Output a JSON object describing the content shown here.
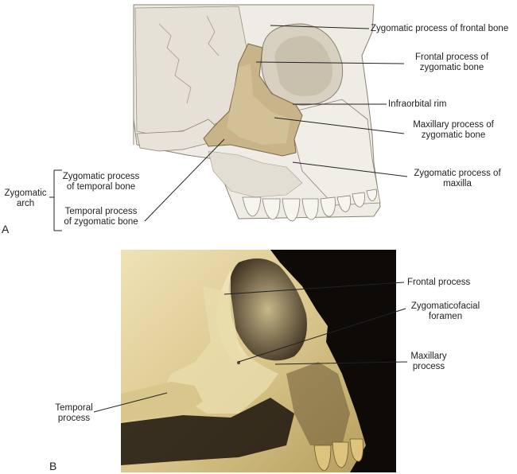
{
  "panel_a": {
    "letter": "A",
    "labels": {
      "zyg_frontal": "Zygomatic process of frontal bone",
      "frontal_proc_1": "Frontal process of",
      "frontal_proc_2": "zygomatic bone",
      "infraorbital": "Infraorbital rim",
      "maxillary_proc_1": "Maxillary process of",
      "maxillary_proc_2": "zygomatic bone",
      "zyg_maxilla_1": "Zygomatic process of",
      "zyg_maxilla_2": "maxilla",
      "zyg_arch_1": "Zygomatic",
      "zyg_arch_2": "arch",
      "zyg_temporal_1": "Zygomatic process",
      "zyg_temporal_2": "of temporal bone",
      "temporal_proc_1": "Temporal process",
      "temporal_proc_2": "of zygomatic bone"
    },
    "colors": {
      "highlight_bone": "#c9b48a",
      "bone": "#efece6",
      "shadow": "#b8ac98"
    }
  },
  "panel_b": {
    "letter": "B",
    "labels": {
      "frontal_proc": "Frontal process",
      "zygomaticofacial_1": "Zygomaticofacial",
      "zygomaticofacial_2": "foramen",
      "maxillary_1": "Maxillary",
      "maxillary_2": "process",
      "temporal_1": "Temporal",
      "temporal_2": "process"
    },
    "colors": {
      "bone_light": "#e8d9a6",
      "bone_mid": "#cdb878",
      "background": "#0d0a08"
    }
  }
}
